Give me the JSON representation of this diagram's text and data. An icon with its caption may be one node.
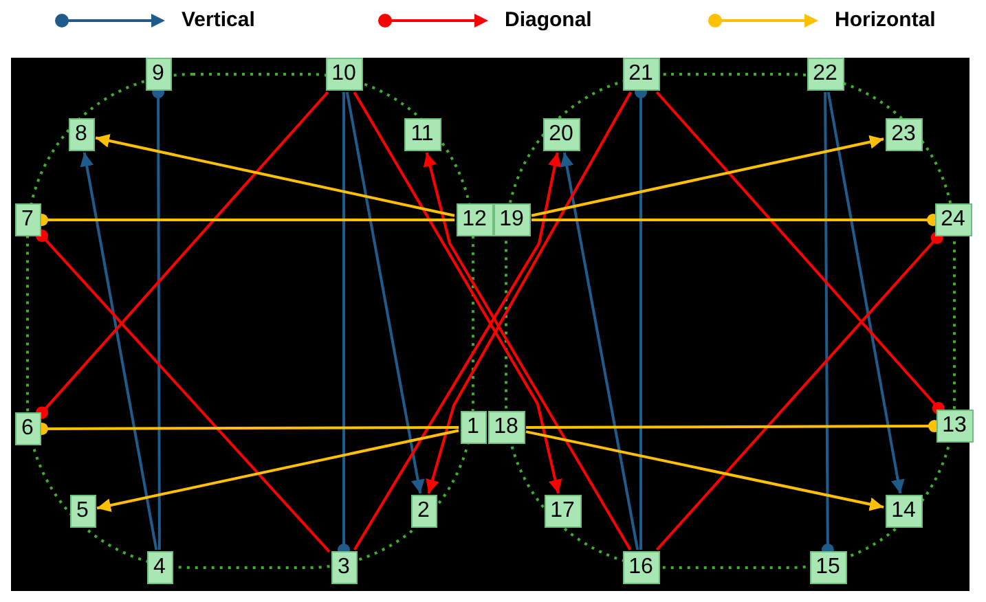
{
  "diagram": {
    "nodes": [
      {
        "text": [
          "1"
        ]
      },
      {
        "text": [
          "2"
        ]
      },
      {
        "text": [
          "3"
        ]
      },
      {
        "text": [
          "4"
        ]
      },
      {
        "text": [
          "5"
        ]
      },
      {
        "text": [
          "6"
        ]
      },
      {
        "text": [
          "7"
        ]
      },
      {
        "text": [
          "8"
        ]
      },
      {
        "text": [
          "9"
        ]
      },
      {
        "text": [
          "10"
        ]
      },
      {
        "text": [
          "11"
        ]
      },
      {
        "text": [
          "12"
        ]
      },
      {
        "text": [
          "13"
        ]
      },
      {
        "text": [
          "14"
        ]
      },
      {
        "text": [
          "15"
        ]
      },
      {
        "text": [
          "16"
        ]
      },
      {
        "text": [
          "17"
        ]
      },
      {
        "text": [
          "18"
        ]
      },
      {
        "text": [
          "19"
        ]
      },
      {
        "text": [
          "20"
        ]
      },
      {
        "text": [
          "21"
        ]
      },
      {
        "text": [
          "22"
        ]
      },
      {
        "text": [
          "23"
        ]
      },
      {
        "text": [
          "24"
        ]
      }
    ],
    "edges": [
      {
        "from": 8,
        "to": 3,
        "arrow": "other",
        "color": "#1f5c8c"
      },
      {
        "from": 3,
        "to": 7,
        "arrow": "to",
        "color": "#1f5c8c"
      },
      {
        "from": 2,
        "to": 9,
        "arrow": "other",
        "color": "#1f5c8c"
      },
      {
        "from": 9,
        "to": 1,
        "arrow": "to",
        "color": "#1f5c8c"
      },
      {
        "from": 20,
        "to": 15,
        "arrow": "other",
        "color": "#1f5c8c"
      },
      {
        "from": 15,
        "to": 19,
        "arrow": "to",
        "color": "#1f5c8c"
      },
      {
        "from": 14,
        "to": 21,
        "arrow": "other",
        "color": "#1f5c8c"
      },
      {
        "from": 21,
        "to": 13,
        "arrow": "to",
        "color": "#1f5c8c"
      },
      {
        "from": 6,
        "to": 2,
        "arrow": "other",
        "color": "#ff0000"
      },
      {
        "from": 2,
        "to": 19,
        "arrow": "to",
        "color": "#ff0000"
      },
      {
        "from": 5,
        "to": 9,
        "arrow": "other",
        "color": "#ff0000"
      },
      {
        "from": 9,
        "to": 16,
        "arrow": "to",
        "color": "#ff0000"
      },
      {
        "from": 12,
        "to": 20,
        "arrow": "other",
        "color": "#ff0000"
      },
      {
        "from": 20,
        "to": 1,
        "arrow": "to",
        "color": "#ff0000"
      },
      {
        "from": 23,
        "to": 15,
        "arrow": "other",
        "color": "#ff0000"
      },
      {
        "from": 15,
        "to": 10,
        "arrow": "to",
        "color": "#ff0000"
      },
      {
        "from": 6,
        "to": 11,
        "arrow": "other",
        "color": "#ffc000"
      },
      {
        "from": 11,
        "to": 7,
        "arrow": "to",
        "color": "#ffc000"
      },
      {
        "from": 23,
        "to": 18,
        "arrow": "other",
        "color": "#ffc000"
      },
      {
        "from": 18,
        "to": 22,
        "arrow": "to",
        "color": "#ffc000"
      },
      {
        "from": 5,
        "to": 0,
        "arrow": "other",
        "color": "#ffc000"
      },
      {
        "from": 0,
        "to": 4,
        "arrow": "to",
        "color": "#ffc000"
      },
      {
        "from": 12,
        "to": 17,
        "arrow": "other",
        "color": "#ffc000"
      },
      {
        "from": 17,
        "to": 13,
        "arrow": "to",
        "color": "#ffc000"
      }
    ],
    "legend": [
      {
        "text": "Vertical"
      },
      {
        "text": "Diagonal"
      },
      {
        "text": "Horizontal"
      }
    ]
  }
}
